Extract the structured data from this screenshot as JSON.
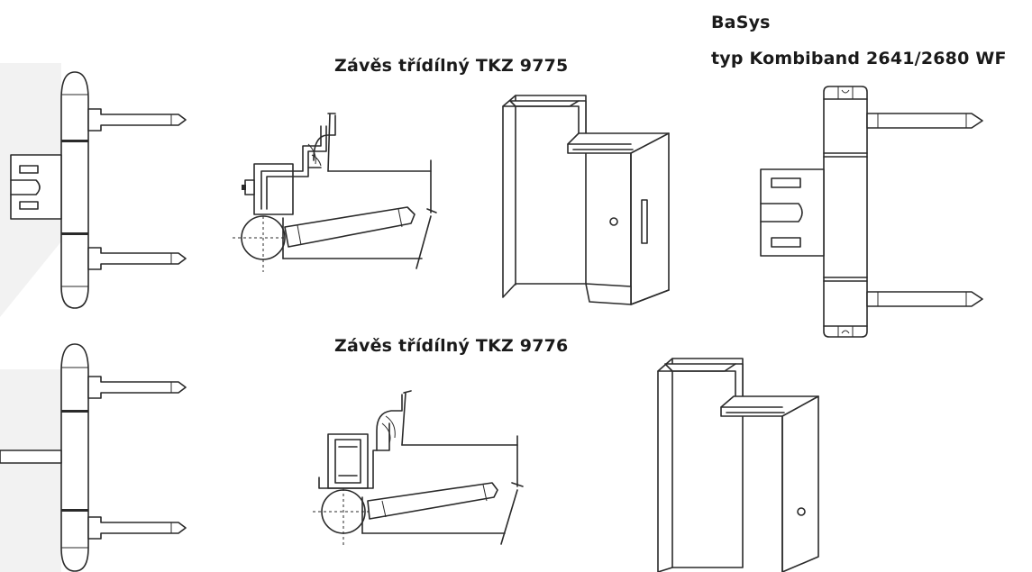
{
  "headings": {
    "tkz9775": "Závěs třídílný TKZ 9775",
    "tkz9776": "Závěs třídílný TKZ 9776",
    "basys_brand": "BaSys",
    "basys_type": "typ Kombiband 2641/2680 WF"
  },
  "colors": {
    "background": "#ffffff",
    "background_shape": "#f2f2f2",
    "line": "#2a2a2a",
    "text": "#1a1a1a"
  }
}
